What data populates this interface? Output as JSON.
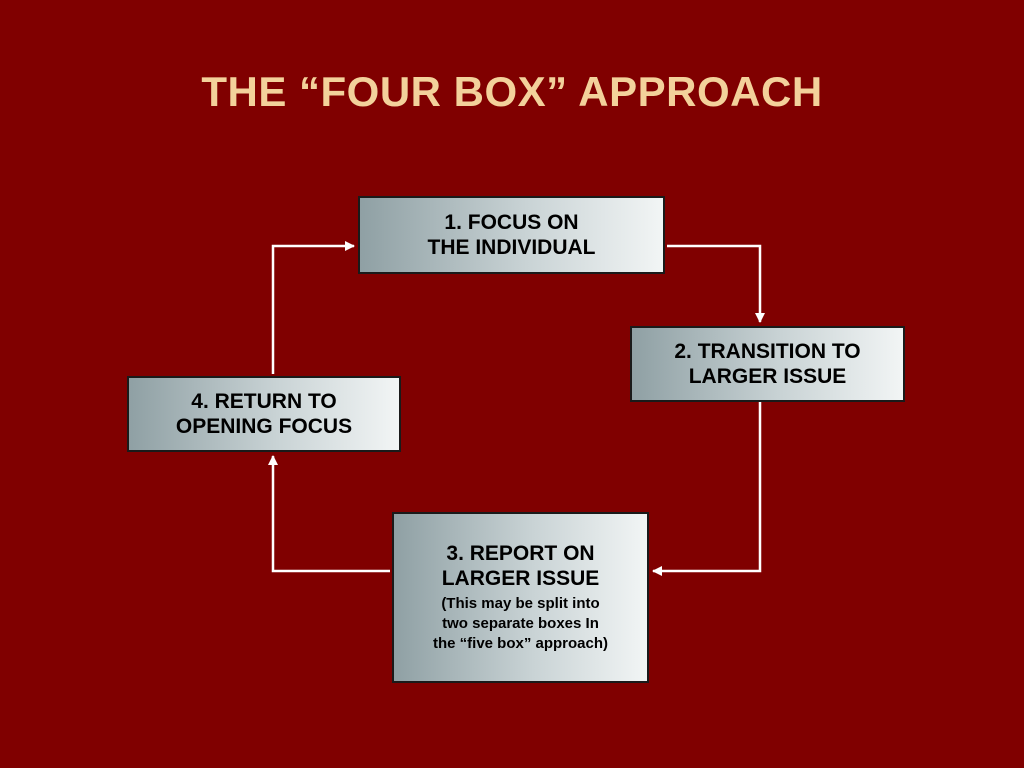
{
  "title": "THE “FOUR BOX” APPROACH",
  "colors": {
    "background": "#800000",
    "title": "#F3D19B",
    "arrow": "#FFFFFF",
    "box_border": "#1A1A1A"
  },
  "boxes": [
    {
      "lines": [
        "1.  FOCUS ON",
        "THE INDIVIDUAL"
      ]
    },
    {
      "lines": [
        "2. TRANSITION TO",
        "LARGER ISSUE"
      ]
    },
    {
      "lines": [
        "3. REPORT ON",
        "LARGER ISSUE"
      ],
      "note": [
        "(This may be split into",
        "two separate boxes In",
        "the “five box” approach)"
      ]
    },
    {
      "lines": [
        "4. RETURN TO",
        "OPENING FOCUS"
      ]
    }
  ],
  "connectors": [
    {
      "from": "1",
      "to": "2"
    },
    {
      "from": "2",
      "to": "3"
    },
    {
      "from": "3",
      "to": "4"
    },
    {
      "from": "4",
      "to": "1"
    }
  ]
}
